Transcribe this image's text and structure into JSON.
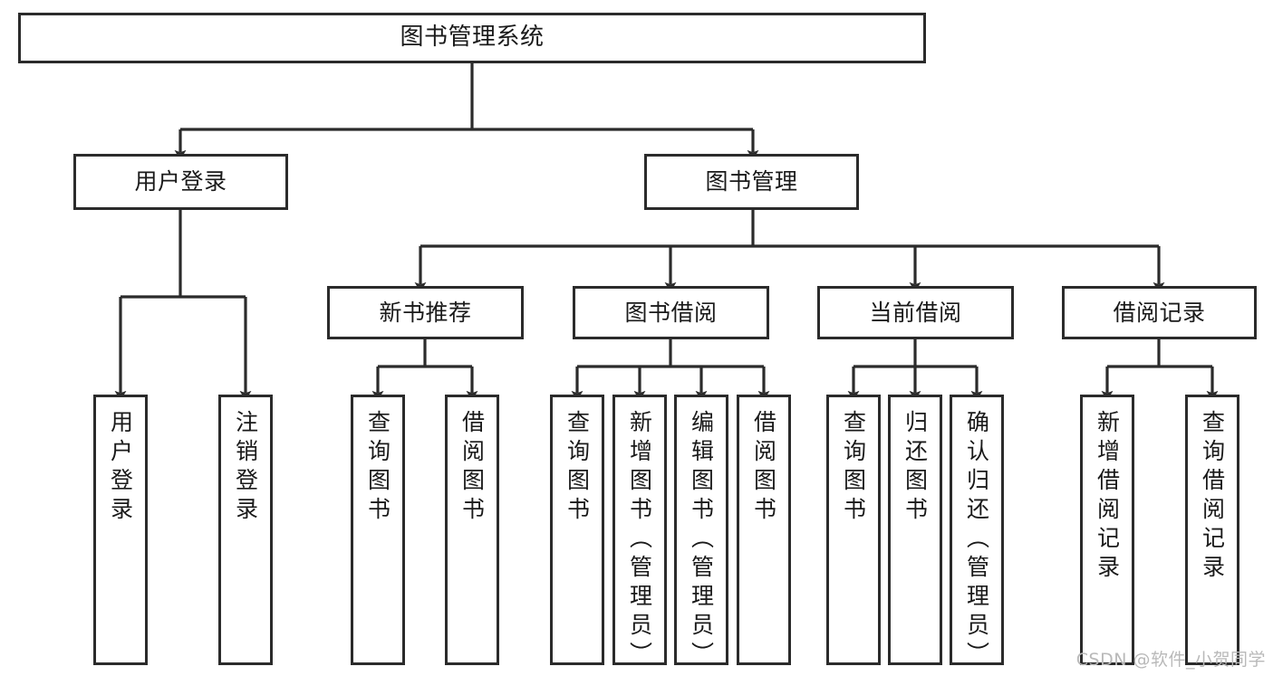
{
  "diagram": {
    "title": "图书管理系统",
    "type": "hierarchy-tree",
    "colors": {
      "box_border": "#2b2b2b",
      "box_fill": "#ffffff",
      "connector": "#2b2b2b",
      "text": "#1a1a1a",
      "watermark": "#b9b9b9",
      "background": "#ffffff"
    },
    "root": {
      "label": "图书管理系统"
    },
    "level2": [
      {
        "label": "用户登录"
      },
      {
        "label": "图书管理"
      }
    ],
    "level3": [
      {
        "label": "新书推荐"
      },
      {
        "label": "图书借阅"
      },
      {
        "label": "当前借阅"
      },
      {
        "label": "借阅记录"
      }
    ],
    "leaves": {
      "user_login": [
        {
          "label": "用户登录"
        },
        {
          "label": "注销登录"
        }
      ],
      "new_book_recommend": [
        {
          "label": "查询图书"
        },
        {
          "label": "借阅图书"
        }
      ],
      "book_borrow": [
        {
          "label": "查询图书"
        },
        {
          "label": "新增图书（管理员）"
        },
        {
          "label": "编辑图书（管理员）"
        },
        {
          "label": "借阅图书"
        }
      ],
      "current_borrow": [
        {
          "label": "查询图书"
        },
        {
          "label": "归还图书"
        },
        {
          "label": "确认归还（管理员）"
        }
      ],
      "borrow_record": [
        {
          "label": "新增借阅记录"
        },
        {
          "label": "查询借阅记录"
        }
      ]
    }
  },
  "watermark": {
    "text": "CSDN @软件_小贺同学"
  }
}
